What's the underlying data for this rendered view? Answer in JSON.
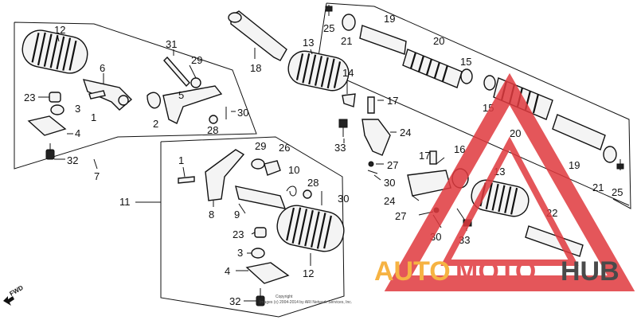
{
  "callouts": {
    "c12a": "12",
    "c6": "6",
    "c23a": "23",
    "c3a": "3",
    "c1a": "1",
    "c4a": "4",
    "c32a": "32",
    "c7": "7",
    "c31": "31",
    "c29a": "29",
    "c5": "5",
    "c2": "2",
    "c30a": "30",
    "c28a": "28",
    "c18": "18",
    "c13a": "13",
    "c14": "14",
    "c17a": "17",
    "c24a": "24",
    "c33a": "33",
    "c25a": "25",
    "c21a": "21",
    "c19a": "19",
    "c20a": "20",
    "c15a": "15",
    "c15b": "15",
    "c20b": "20",
    "c16": "16",
    "c17b": "17",
    "c27a": "27",
    "c30b": "30",
    "c24b": "24",
    "c27b": "27",
    "c30c": "30",
    "c33b": "33",
    "c13b": "13",
    "c22": "22",
    "c19b": "19",
    "c21b": "21",
    "c25b": "25",
    "c11": "11",
    "c1b": "1",
    "c8": "8",
    "c29b": "29",
    "c26": "26",
    "c10": "10",
    "c28b": "28",
    "c30d": "30",
    "c9": "9",
    "c23b": "23",
    "c3b": "3",
    "c4b": "4",
    "c12b": "12",
    "c32b": "32"
  },
  "copyright": {
    "line1": "Copyright",
    "line2": "Images (c) 2004-2014 by ARI Network Services, Inc."
  },
  "fwd_label": "FWD",
  "watermark": {
    "part1": "AUTO",
    "part2": "MOTO",
    "part3": "HUB",
    "color_orange": "#f5a623",
    "color_red": "#e0393e",
    "color_dark": "#2b2b2b"
  }
}
